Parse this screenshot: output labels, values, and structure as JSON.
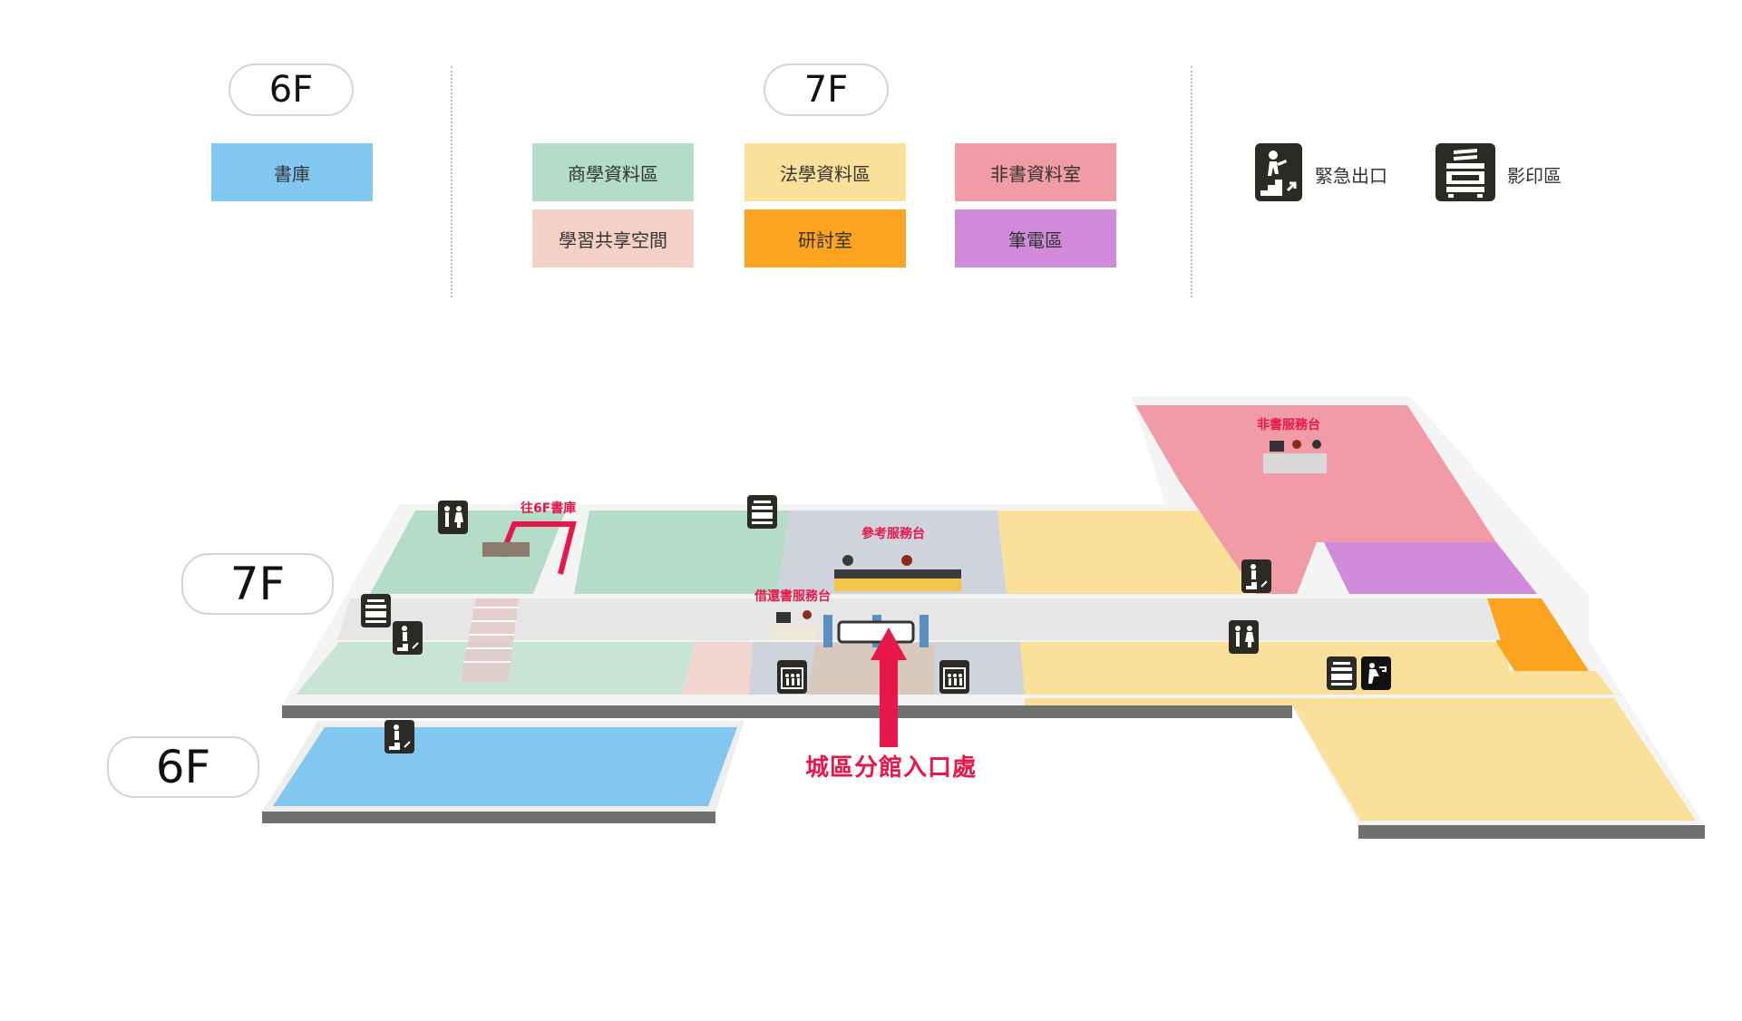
{
  "legend": {
    "floor6_label": "6F",
    "floor7_label": "7F",
    "floor6_areas": [
      {
        "label": "書庫",
        "color": "#82c7ef"
      }
    ],
    "floor7_areas": [
      {
        "label": "商學資料區",
        "color": "#b3ddc8"
      },
      {
        "label": "法學資料區",
        "color": "#fbe09a"
      },
      {
        "label": "非書資料室",
        "color": "#f09ba6"
      },
      {
        "label": "學習共享空間",
        "color": "#f5d0c6"
      },
      {
        "label": "研討室",
        "color": "#fca31f"
      },
      {
        "label": "筆電區",
        "color": "#d18bda"
      }
    ],
    "facilities": [
      {
        "label": "緊急出口",
        "icon": "emergency-exit-icon"
      },
      {
        "label": "影印區",
        "icon": "copier-icon"
      }
    ]
  },
  "map": {
    "floor7_label": "7F",
    "floor6_label": "6F",
    "labels": {
      "to_6f_stacks": "往6F書庫",
      "reference_desk": "參考服務台",
      "circulation_desk": "借還書服務台",
      "nonbook_desk": "非書服務台"
    },
    "entrance_label": "城區分館入口處",
    "accent_color": "#e8174a"
  }
}
